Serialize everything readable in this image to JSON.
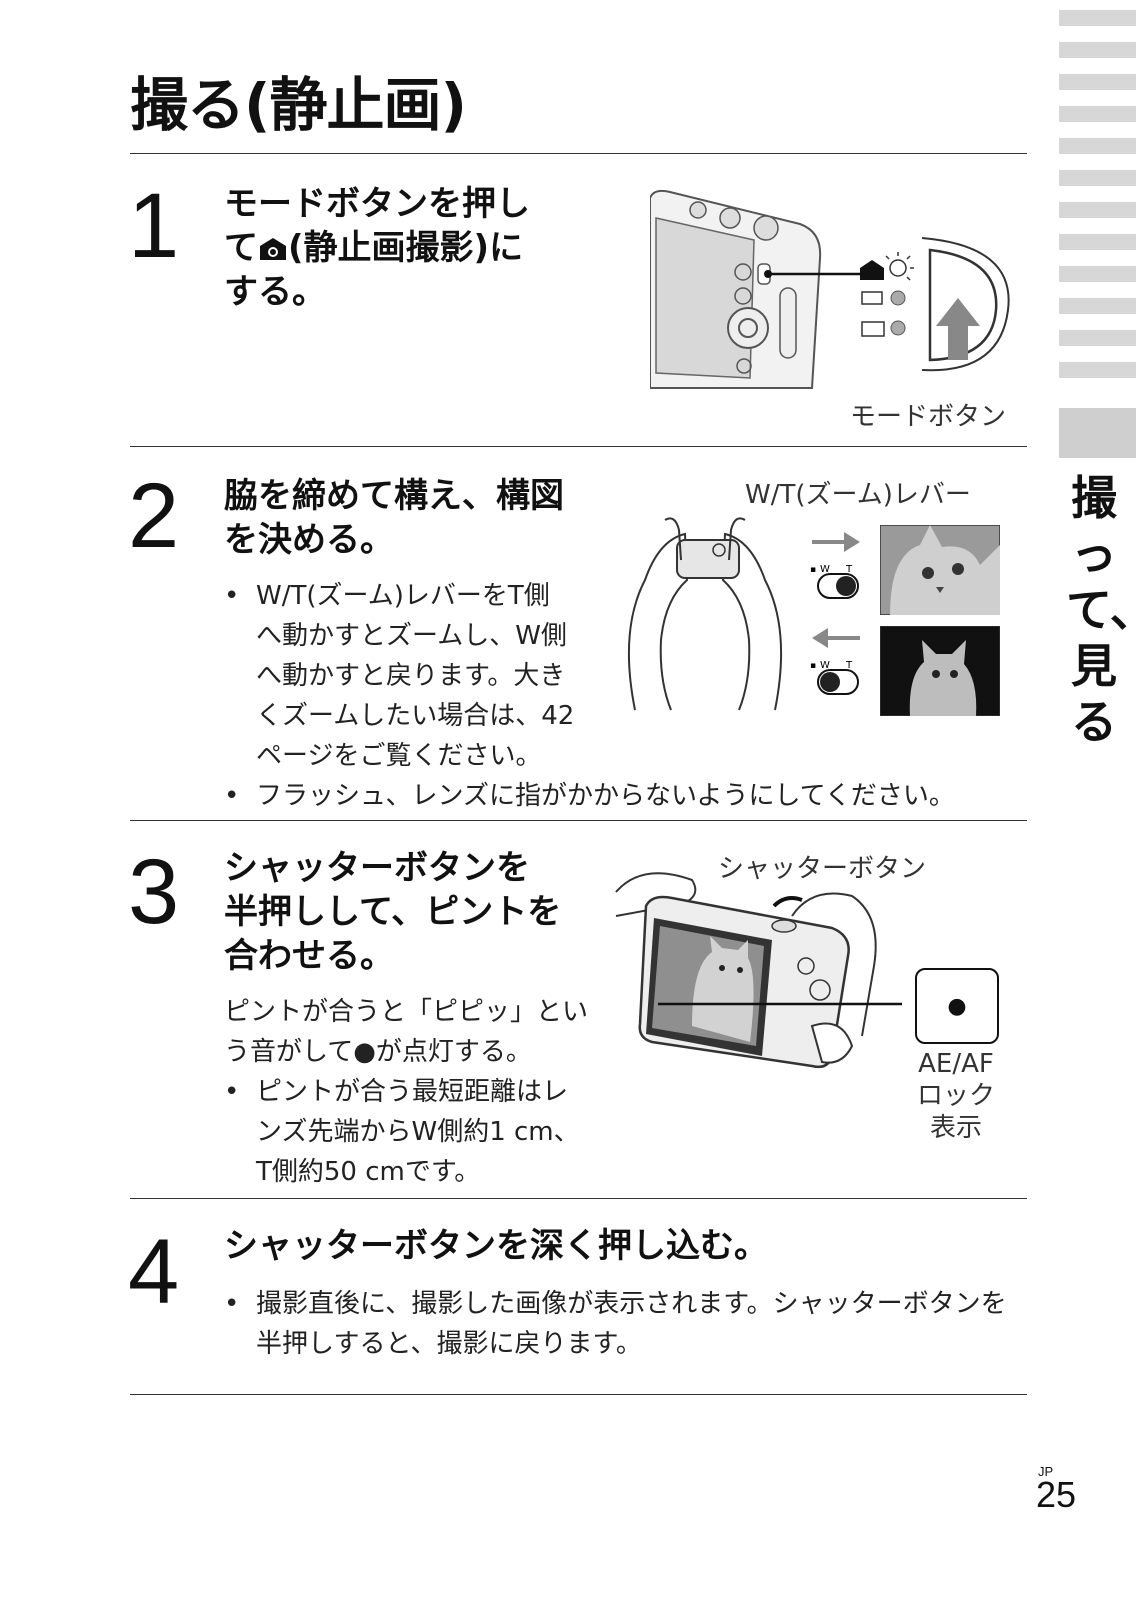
{
  "page": {
    "title": "撮る(静止画)",
    "side_tab": "撮って、見る",
    "page_lang": "JP",
    "page_number": "25"
  },
  "steps": [
    {
      "number": "1",
      "heading_lines": [
        "モードボタンを押し",
        "て",
        "(静止画撮影)に",
        "する。"
      ],
      "icon": "camera-icon",
      "figure_caption": "モードボタン"
    },
    {
      "number": "2",
      "heading_lines": [
        "脇を締めて構え、構図",
        "を決める。"
      ],
      "figure_caption": "W/T(ズーム)レバー",
      "bullets": [
        [
          "W/T(ズーム)レバーをT側",
          "へ動かすとズームし、W側",
          "へ動かすと戻ります。大き",
          "くズームしたい場合は、42",
          "ページをご覧ください。"
        ],
        [
          "フラッシュ、レンズに指がかからないようにしてください。"
        ]
      ]
    },
    {
      "number": "3",
      "heading_lines": [
        "シャッターボタンを",
        "半押しして、ピントを",
        "合わせる。"
      ],
      "figure_caption": "シャッターボタン",
      "body_lines": [
        "ピントが合うと「ピピッ」とい",
        "う音がして●が点灯する。"
      ],
      "bullets": [
        [
          "ピントが合う最短距離はレ",
          "ンズ先端からW側約1 cm、",
          "T側約50 cmです。"
        ]
      ],
      "indicator_label_lines": [
        "AE/AF",
        "ロック",
        "表示"
      ],
      "indicator_symbol": "●"
    },
    {
      "number": "4",
      "heading_lines": [
        "シャッターボタンを深く押し込む。"
      ],
      "bullets": [
        [
          "撮影直後に、撮影した画像が表示されます。シャッターボタンを",
          "半押しすると、撮影に戻ります。"
        ]
      ]
    }
  ],
  "zoom_lever": {
    "w_label": "W",
    "t_label": "T"
  }
}
